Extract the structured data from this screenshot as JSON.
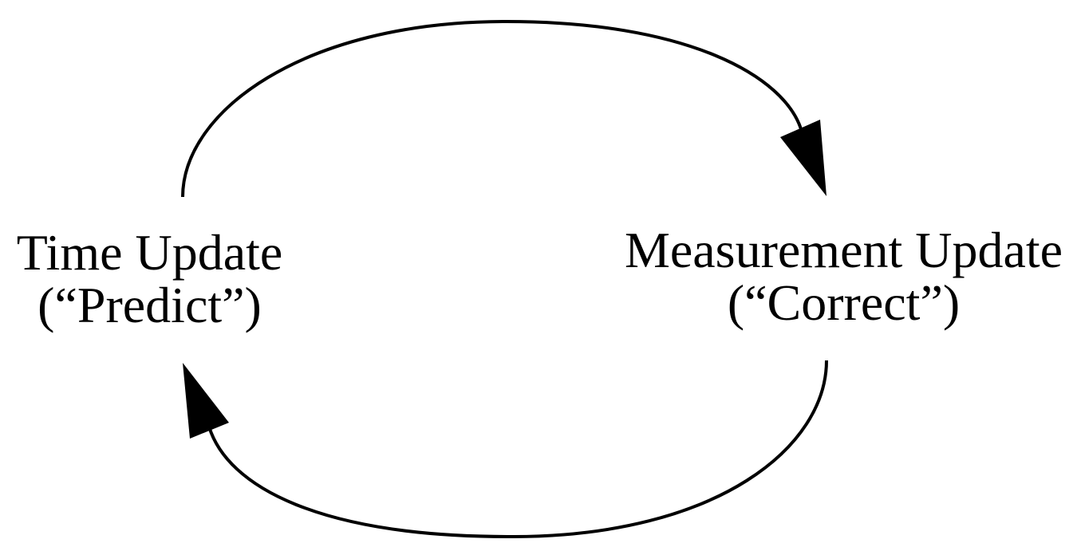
{
  "diagram": {
    "nodes": [
      {
        "id": "time_update",
        "title": "Time Update",
        "subtitle": "(“Predict”)"
      },
      {
        "id": "measurement_update",
        "title": "Measurement Update",
        "subtitle": "(“Correct”)"
      }
    ],
    "edges": [
      {
        "from": "time_update",
        "to": "measurement_update"
      },
      {
        "from": "measurement_update",
        "to": "time_update"
      }
    ],
    "colors": {
      "stroke": "#000000",
      "background": "#ffffff"
    }
  }
}
